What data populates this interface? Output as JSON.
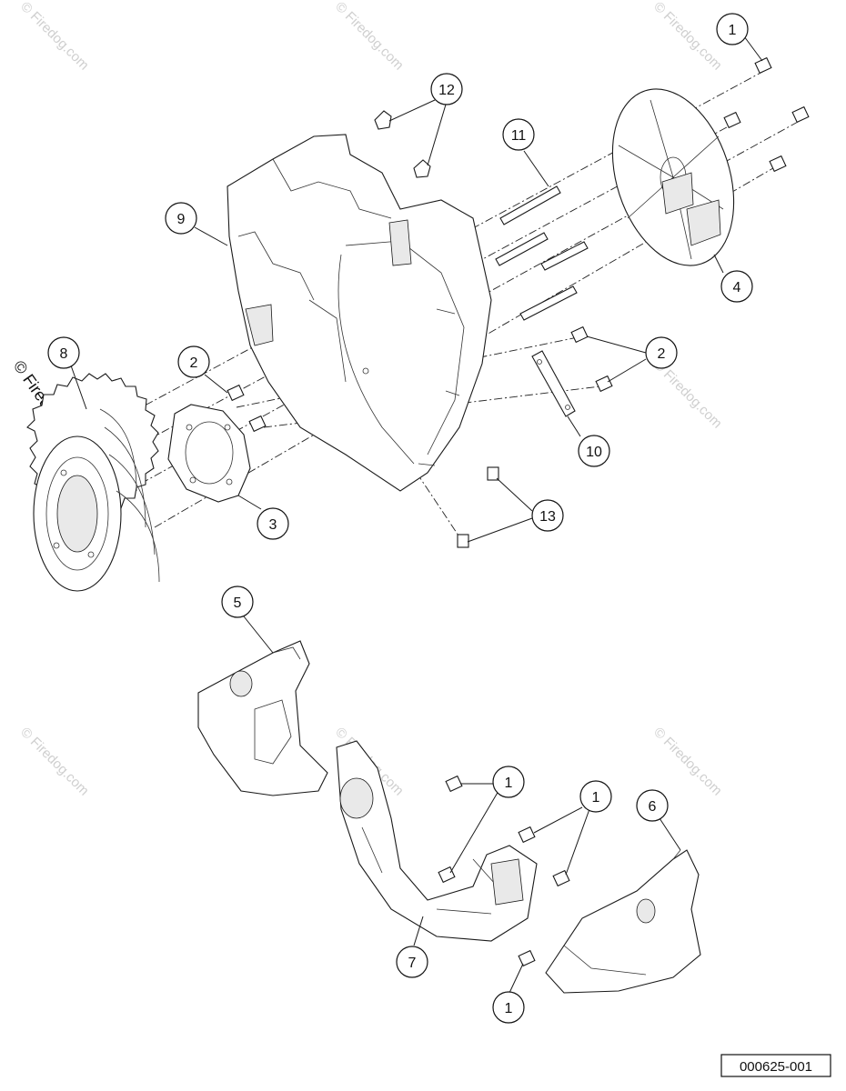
{
  "watermark_text": "© Firedog.com",
  "reference_code": "000625-001",
  "callouts": [
    {
      "id": "c1a",
      "label": "1"
    },
    {
      "id": "c12",
      "label": "12"
    },
    {
      "id": "c11",
      "label": "11"
    },
    {
      "id": "c9",
      "label": "9"
    },
    {
      "id": "c4",
      "label": "4"
    },
    {
      "id": "c8",
      "label": "8"
    },
    {
      "id": "c2a",
      "label": "2"
    },
    {
      "id": "c2b",
      "label": "2"
    },
    {
      "id": "c10",
      "label": "10"
    },
    {
      "id": "c3",
      "label": "3"
    },
    {
      "id": "c13",
      "label": "13"
    },
    {
      "id": "c5",
      "label": "5"
    },
    {
      "id": "c1b",
      "label": "1"
    },
    {
      "id": "c1c",
      "label": "1"
    },
    {
      "id": "c6",
      "label": "6"
    },
    {
      "id": "c7",
      "label": "7"
    },
    {
      "id": "c1d",
      "label": "1"
    }
  ]
}
